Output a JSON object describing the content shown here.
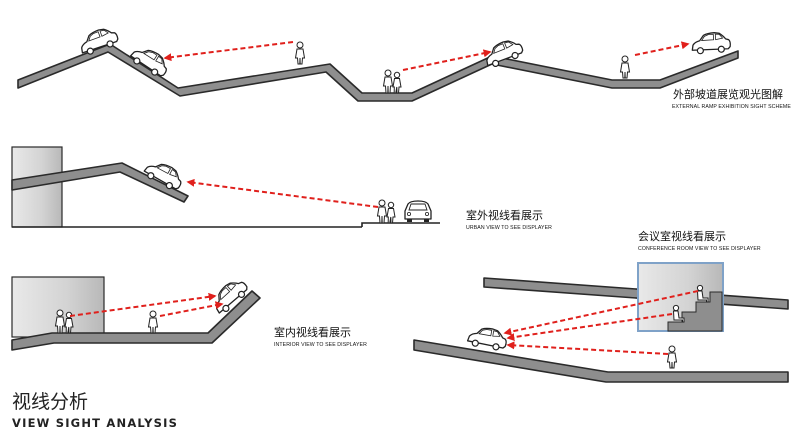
{
  "title": {
    "cn": "视线分析",
    "en": "VIEW SIGHT ANALYSIS"
  },
  "scenes": {
    "external": {
      "cn": "外部坡道展览观光图解",
      "en": "EXTERNAL RAMP EXHIBITION SIGHT SCHEME"
    },
    "urban": {
      "cn": "室外视线看展示",
      "en": "URBAN VIEW TO SEE DISPLAYER"
    },
    "interior": {
      "cn": "室内视线看展示",
      "en": "INTERIOR VIEW TO SEE DISPLAYER"
    },
    "conference": {
      "cn": "会议室视线看展示",
      "en": "CONFERENCE ROOM VIEW TO SEE DISPLAYER"
    }
  },
  "colors": {
    "sight_line": "#e0201c",
    "ramp": "#8e8e8e",
    "conference_frame": "#7fa2c8"
  }
}
